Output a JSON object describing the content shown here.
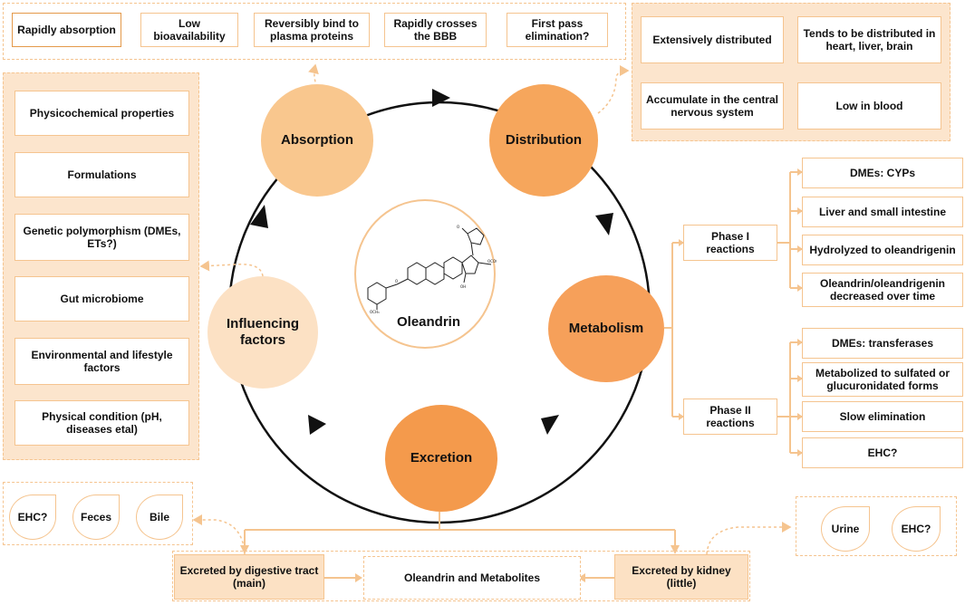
{
  "absorption_props": [
    "Rapidly absorption",
    "Low bioavailability",
    "Reversibly bind to plasma proteins",
    "Rapidly crosses the BBB",
    "First pass elimination?"
  ],
  "distribution_props": [
    "Extensively distributed",
    "Tends to be distributed in heart, liver, brain",
    "Accumulate in the central nervous system",
    "Low in blood"
  ],
  "influencing_factors": [
    "Physicochemical properties",
    "Formulations",
    "Genetic polymorphism (DMEs, ETs?)",
    "Gut microbiome",
    "Environmental and lifestyle factors",
    "Physical condition (pH, diseases etal)"
  ],
  "cycle": {
    "absorption": "Absorption",
    "distribution": "Distribution",
    "metabolism": "Metabolism",
    "excretion": "Excretion",
    "influencing": "Influencing factors",
    "center": "Oleandrin"
  },
  "phase1": {
    "label": "Phase I reactions",
    "items": [
      "DMEs: CYPs",
      "Liver and small intestine",
      "Hydrolyzed to oleandrigenin",
      "Oleandrin/oleandrigenin decreased over time"
    ]
  },
  "phase2": {
    "label": "Phase II reactions",
    "items": [
      "DMEs: transferases",
      "Metabolized to sulfated or glucuronidated forms",
      "Slow elimination",
      "EHC?"
    ]
  },
  "excretion": {
    "digestive": "Excreted by digestive tract (main)",
    "kidney": "Excreted by kidney (little)",
    "center": "Oleandrin and Metabolites",
    "digestive_drops": [
      "EHC?",
      "Feces",
      "Bile"
    ],
    "kidney_drops": [
      "Urine",
      "EHC?"
    ]
  },
  "colors": {
    "absorption": "#f9c78e",
    "distribution": "#f6a65c",
    "metabolism": "#f6a05a",
    "excretion": "#f49a4c",
    "influencing": "#fce1c4",
    "border": "#f5c48f"
  }
}
